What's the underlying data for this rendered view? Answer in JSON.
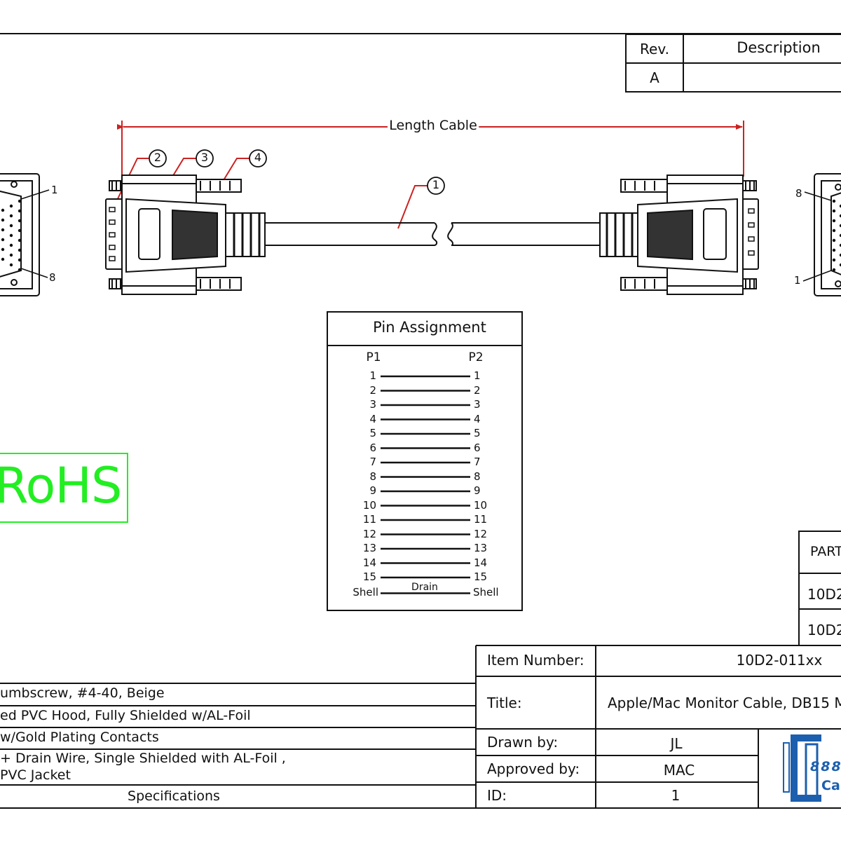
{
  "revision_block": {
    "rev_header": "Rev.",
    "description_header": "Description",
    "rev_value": "A"
  },
  "dimension": {
    "label": "Length Cable"
  },
  "callouts": [
    "1",
    "2",
    "3",
    "4"
  ],
  "connector_pin_labels": {
    "left_top": "1",
    "left_bottom": "8",
    "right_top": "8",
    "right_bottom": "1"
  },
  "pin_assignment": {
    "title": "Pin Assignment",
    "p1_header": "P1",
    "p2_header": "P2",
    "pins": [
      "1",
      "2",
      "3",
      "4",
      "5",
      "6",
      "7",
      "8",
      "9",
      "10",
      "11",
      "12",
      "13",
      "14",
      "15"
    ],
    "shell_left": "Shell",
    "shell_right": "Shell",
    "drain_label": "Drain"
  },
  "rohs": {
    "label": "RoHS",
    "color": "#22ee22"
  },
  "part_table": {
    "header": "PART",
    "row1": "10D2",
    "row2": "10D2"
  },
  "specifications": {
    "rows": [
      "umbscrew, #4-40,  Beige",
      "ed PVC Hood, Fully Shielded w/AL-Foil",
      "w/Gold Plating Contacts",
      "+ Drain Wire, Single Shielded with AL-Foil ,",
      " PVC Jacket"
    ],
    "footer": "Specifications"
  },
  "title_block": {
    "item_number_label": "Item Number:",
    "item_number_value": "10D2-011xx",
    "title_label": "Title:",
    "title_value": "Apple/Mac Monitor Cable, DB15 M",
    "drawn_by_label": "Drawn by:",
    "drawn_by_value": "JL",
    "approved_by_label": "Approved by:",
    "approved_by_value": "MAC",
    "id_label": "ID:",
    "id_value": "1"
  },
  "logo": {
    "text_top": "888",
    "text_bottom": "Ca",
    "color": "#1c5fae"
  },
  "colors": {
    "dimension_red": "#cc2222",
    "line": "#111111"
  }
}
